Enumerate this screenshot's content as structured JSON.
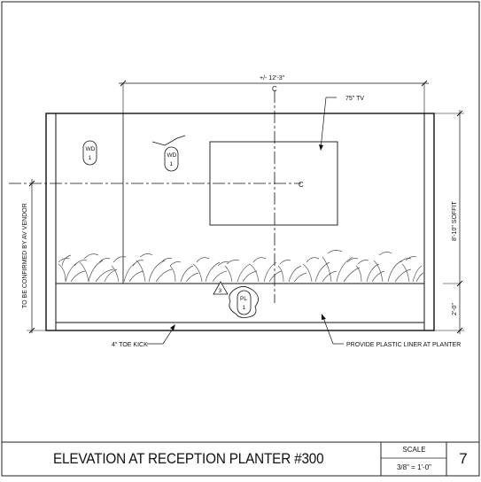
{
  "drawing": {
    "top_dimension": "+/- 12'-3\"",
    "centerline_symbol": "C",
    "tv_label": "75\" TV",
    "soffit_dimension": "8'-10\" SOFFIT",
    "planter_height_dimension": "2'-0\"",
    "left_note": "TO BE CONFIRMED BY AV VENDOR",
    "toe_kick_note": "4\" TOE KICK",
    "liner_note": "PROVIDE PLASTIC LINER AT PLANTER",
    "tags": {
      "wd_a": {
        "top": "WD",
        "bottom": "1"
      },
      "wd_b": {
        "top": "WD",
        "bottom": "1"
      },
      "pl": {
        "top": "PL",
        "bottom": "1"
      },
      "detail_triangle": "3"
    }
  },
  "title_block": {
    "title": "ELEVATION AT RECEPTION PLANTER #300",
    "scale_label": "SCALE",
    "scale_value": "3/8\" = 1'-0\"",
    "sheet_number": "7"
  }
}
